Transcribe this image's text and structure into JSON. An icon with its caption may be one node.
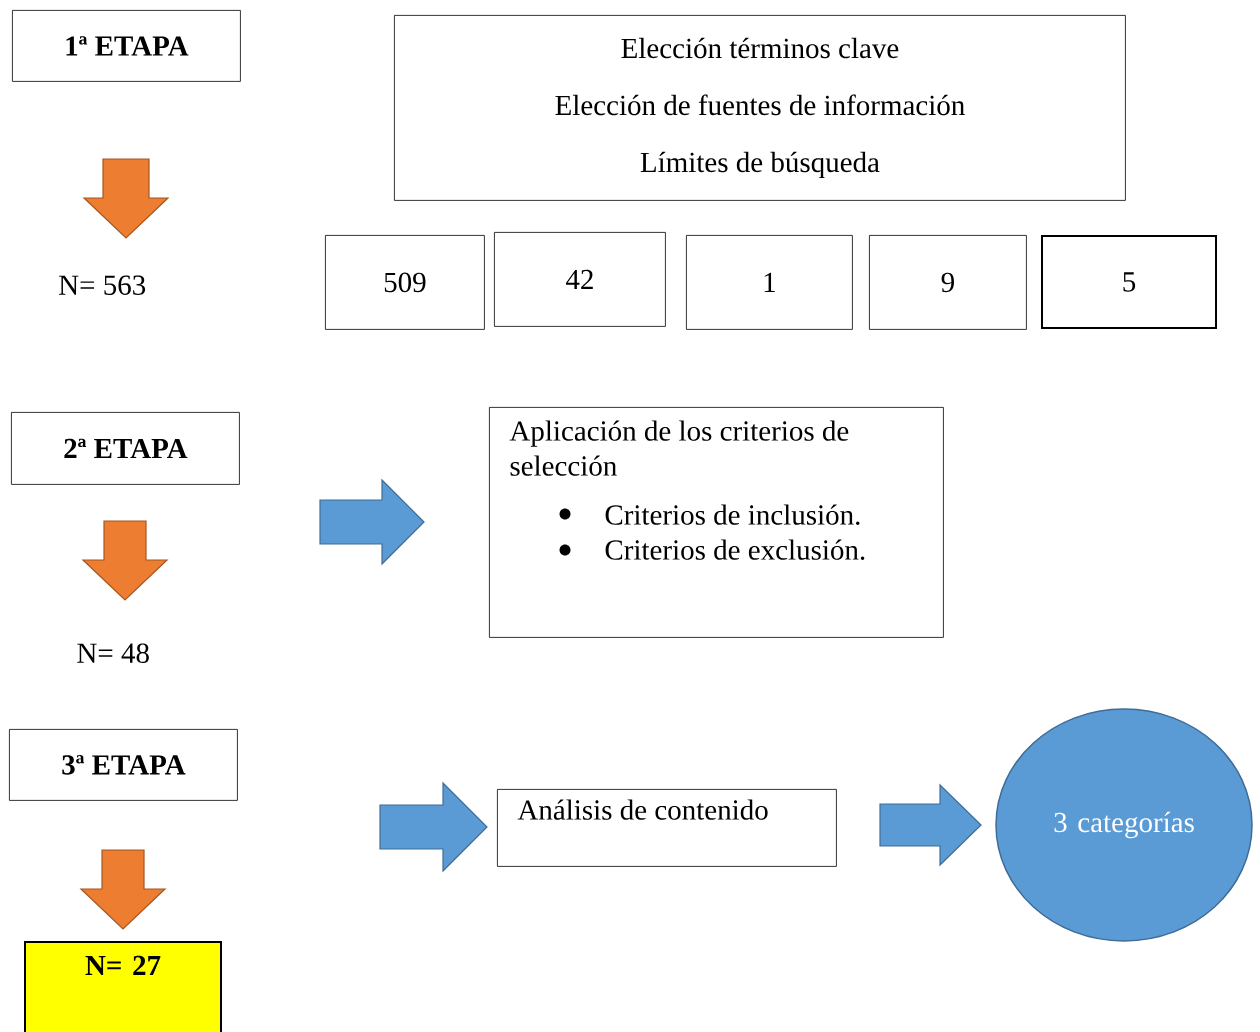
{
  "diagram": {
    "nodes": [
      {
        "text": [
          "1ª ETAPA"
        ]
      },
      {
        "text": [
          "Elección términos clave",
          "Elección de fuentes de información",
          "Límites de búsqueda"
        ]
      },
      {
        "text": [
          "509"
        ]
      },
      {
        "text": [
          "42"
        ]
      },
      {
        "text": [
          "1"
        ]
      },
      {
        "text": [
          "9"
        ]
      },
      {
        "text": [
          "5"
        ]
      },
      {
        "text": [
          "N= 563"
        ]
      },
      {
        "text": [
          "2ª ETAPA"
        ]
      },
      {
        "text": [
          "N= 48"
        ]
      },
      {
        "text": [
          "Aplicación de los criterios de selección",
          "Criterios de inclusión.",
          "Criterios de exclusión."
        ]
      },
      {
        "text": [
          "3ª ETAPA"
        ]
      },
      {
        "text": [
          "Análisis de contenido"
        ]
      },
      {
        "text": [
          "3 categorías"
        ]
      },
      {
        "text": [
          "N= 27"
        ]
      }
    ],
    "edges": [
      {
        "from": 0,
        "to": 7,
        "arrow": "to",
        "color": "#ed7d31"
      },
      {
        "from": 8,
        "to": 9,
        "arrow": "to",
        "color": "#ed7d31"
      },
      {
        "from": 8,
        "to": 10,
        "arrow": "to",
        "color": "#5b9bd5"
      },
      {
        "from": 11,
        "to": 14,
        "arrow": "to",
        "color": "#ed7d31"
      },
      {
        "from": null,
        "to": 12,
        "arrow": "to",
        "color": "#5b9bd5"
      },
      {
        "from": 12,
        "to": 13,
        "arrow": "to",
        "color": "#5b9bd5"
      }
    ]
  }
}
